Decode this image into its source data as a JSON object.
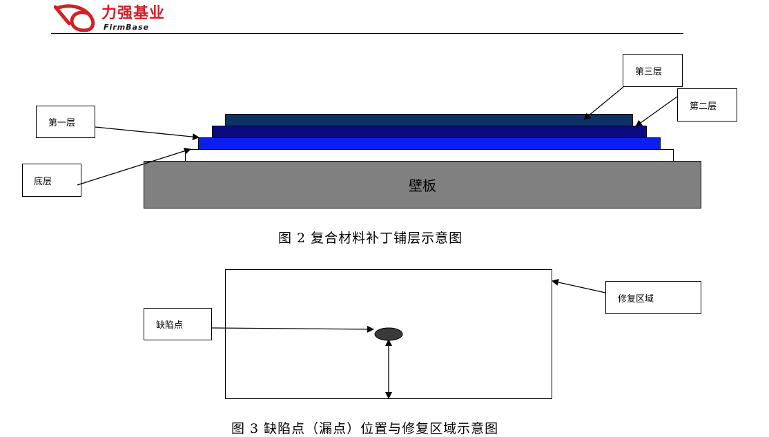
{
  "header": {
    "logo_cn": "力强基业",
    "logo_en": "FirmBase",
    "colors": {
      "logo_red": "#d41f26"
    }
  },
  "figure2": {
    "caption": "图 2  复合材料补丁铺层示意图",
    "wall_panel_label": "壁板",
    "labels": {
      "layer1": "第一层",
      "layer2": "第二层",
      "layer3": "第三层",
      "base": "底层"
    },
    "colors": {
      "wall_panel": "#808080",
      "base_layer": "#ffffff",
      "layer1": "#0a1ff0",
      "layer2": "#0b0a80",
      "layer3": "#0d3266"
    }
  },
  "figure3": {
    "caption": "图 3  缺陷点（漏点）位置与修复区域示意图",
    "labels": {
      "defect": "缺陷点",
      "repair_area": "修复区域"
    },
    "colors": {
      "defect_point": "#3a3a3a"
    }
  }
}
